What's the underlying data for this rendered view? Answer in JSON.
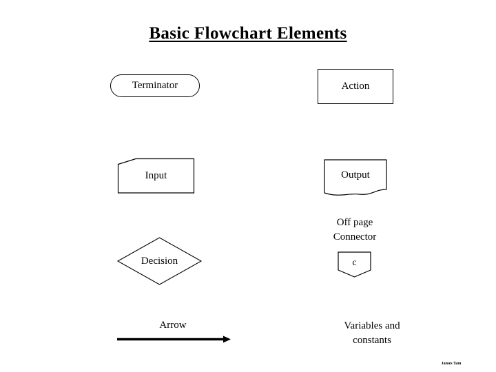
{
  "slide": {
    "title": "Basic Flowchart Elements",
    "background_color": "#ffffff",
    "stroke_color": "#000000",
    "text_color": "#000000",
    "credit": "James Tam"
  },
  "elements": {
    "terminator": {
      "label": "Terminator",
      "shape": "rounded-rectangle"
    },
    "action": {
      "label": "Action",
      "shape": "rectangle"
    },
    "input": {
      "label": "Input",
      "shape": "manual-input"
    },
    "output": {
      "label": "Output",
      "shape": "document"
    },
    "decision": {
      "label": "Decision",
      "shape": "diamond"
    },
    "off_page_connector": {
      "caption_line1": "Off page",
      "caption_line2": "Connector",
      "label": "c",
      "shape": "pentagon-down"
    },
    "arrow": {
      "label": "Arrow",
      "shape": "arrow-right"
    },
    "variables": {
      "caption_line1": "Variables and",
      "caption_line2": "constants",
      "shape": "none"
    }
  }
}
